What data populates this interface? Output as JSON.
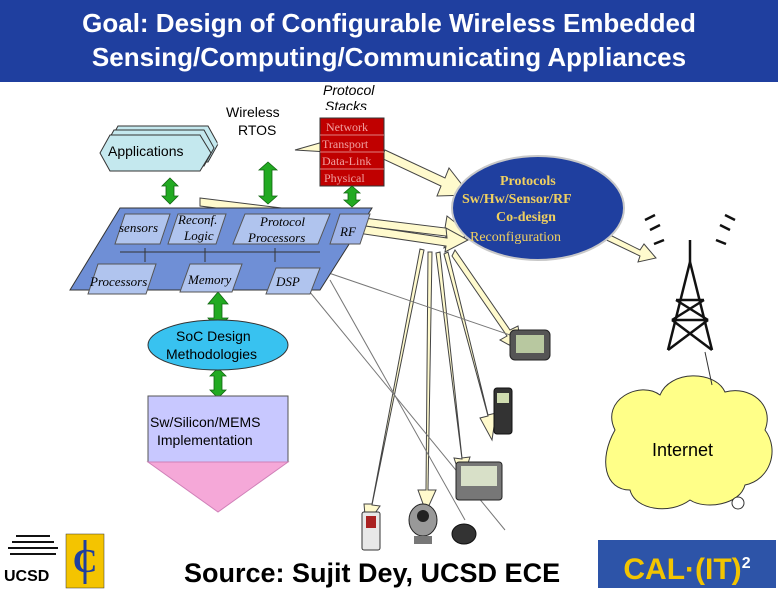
{
  "header": {
    "title_line1": "Goal:  Design of Configurable Wireless Embedded",
    "title_line2": "Sensing/Computing/Communicating Appliances"
  },
  "software": {
    "applications": "Applications",
    "rtos_line1": "Wireless",
    "rtos_line2": "RTOS",
    "stacks_line1": "Protocol",
    "stacks_line2": "Stacks",
    "stack_layers": [
      "Network",
      "Transport",
      "Data-Link",
      "Physical"
    ]
  },
  "hardware": {
    "sensors": "sensors",
    "reconf_line1": "Reconf.",
    "reconf_line2": "Logic",
    "protocol_proc_line1": "Protocol",
    "protocol_proc_line2": "Processors",
    "rf": "RF",
    "processors": "Processors",
    "memory": "Memory",
    "dsp": "DSP"
  },
  "codesign": {
    "lines": [
      "Protocols",
      "Sw/Hw/Sensor/RF",
      "Co-design",
      "Reconfiguration"
    ]
  },
  "methodology": {
    "soc_line1": "SoC Design",
    "soc_line2": "Methodologies",
    "impl_line1": "Sw/Silicon/MEMS",
    "impl_line2": "Implementation"
  },
  "network": {
    "internet": "Internet"
  },
  "footer": {
    "source": "Source: Sujit Dey, UCSD ECE",
    "ucsd": "UCSD",
    "calit_main": "CAL·(IT)",
    "calit_sup": "2"
  },
  "colors": {
    "title_bg": "#1f3f9f",
    "apps_box": "#c4e8ee",
    "stack_box": "#c00000",
    "hw_platform": "#6f8fd6",
    "arrow_green": "#22aa22",
    "arrow_yellow": "#fffacd",
    "soc_ellipse": "#38c2f0",
    "impl_box": "#c8c8ff",
    "pink_triangle": "#f5a8d8",
    "cloud": "#ffff88"
  }
}
